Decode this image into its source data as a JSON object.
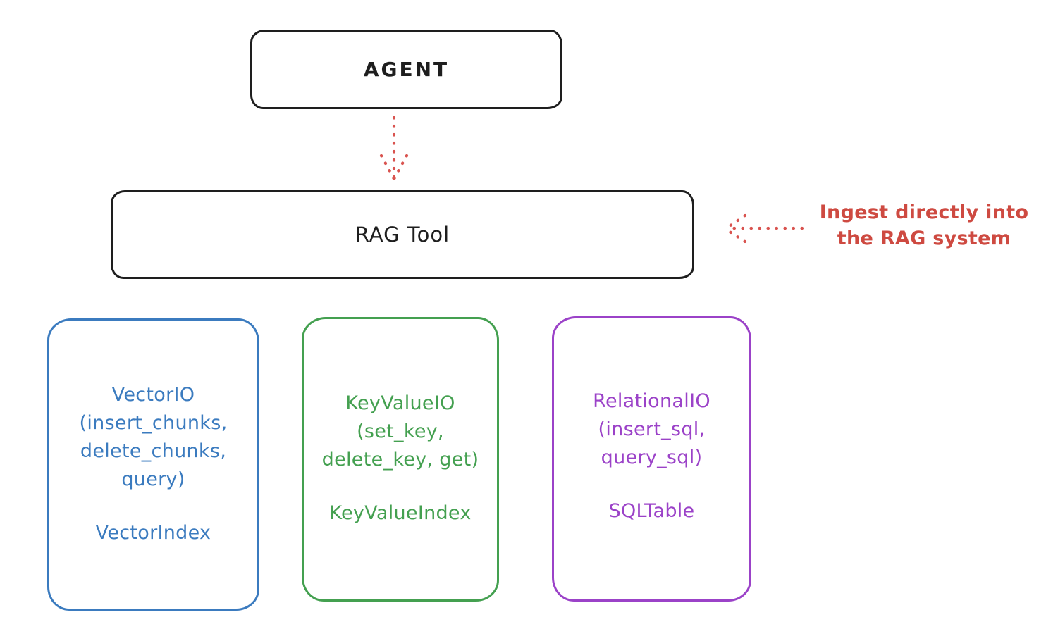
{
  "diagram": {
    "background_color": "#ffffff",
    "colors": {
      "outline_black": "#1e1e1e",
      "accent_red": "#ce4a41",
      "vector_blue": "#3b7bbf",
      "keyvalue_green": "#44a050",
      "relational_purple": "#9b42c8"
    },
    "agent": {
      "label": "AGENT"
    },
    "rag_tool": {
      "label": "RAG Tool"
    },
    "annotation": {
      "line1": "Ingest directly into",
      "line2": "the RAG system"
    },
    "providers": {
      "vector": {
        "lines": [
          "VectorIO",
          "(insert_chunks,",
          "delete_chunks,",
          "query)"
        ],
        "index": "VectorIndex"
      },
      "keyvalue": {
        "lines": [
          "KeyValueIO",
          "(set_key,",
          "delete_key, get)"
        ],
        "index": "KeyValueIndex"
      },
      "relational": {
        "lines": [
          "RelationalIO",
          "(insert_sql,",
          "query_sql)"
        ],
        "index": "SQLTable"
      }
    }
  }
}
